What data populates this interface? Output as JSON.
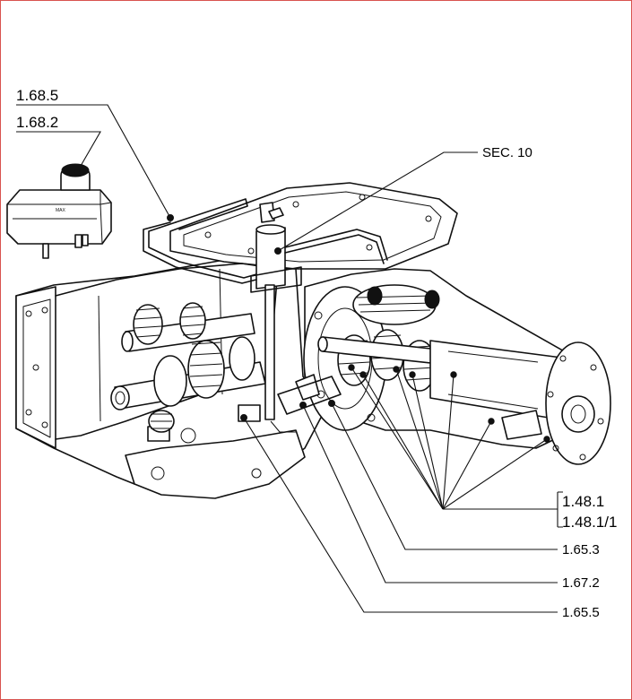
{
  "labels": {
    "l_1_68_5": "1.68.5",
    "l_1_68_2": "1.68.2",
    "l_sec_10": "SEC. 10",
    "l_1_48_1": "1.48.1",
    "l_1_48_1_1": "1.48.1/1",
    "l_1_65_3": "1.65.3",
    "l_1_67_2": "1.67.2",
    "l_1_65_5": "1.65.5"
  },
  "colors": {
    "line": "#111111",
    "background": "#ffffff",
    "frame": "#d9534f"
  }
}
